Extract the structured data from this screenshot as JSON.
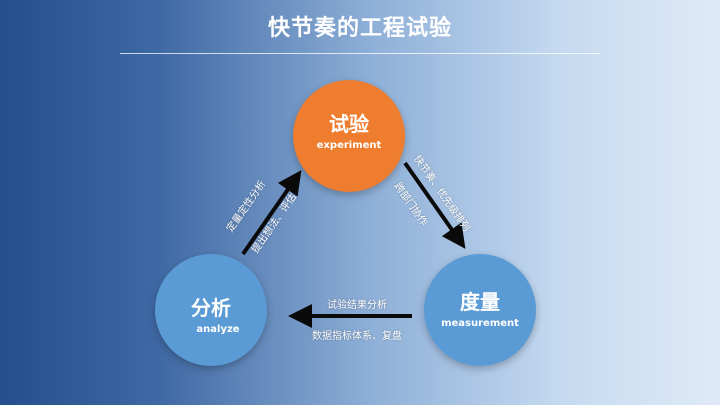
{
  "title": "快节奏的工程试验",
  "nodes": {
    "experiment": {
      "zh": "试验",
      "en": "experiment",
      "color": "#ee7d2f"
    },
    "measurement": {
      "zh": "度量",
      "en": "measurement",
      "color": "#5b9bd5"
    },
    "analyze": {
      "zh": "分析",
      "en": "analyze",
      "color": "#5b9bd5"
    }
  },
  "edges": {
    "experiment_to_measurement": {
      "line1": "快节奏、优先级排列",
      "line2": "跨部门协作"
    },
    "measurement_to_analyze": {
      "line1": "试验结果分析",
      "line2": "数据指标体系、复盘"
    },
    "analyze_to_experiment": {
      "line1": "定量定性分析",
      "line2": "提出想法、评估"
    }
  },
  "colors": {
    "arrow": "#0a0a0a",
    "text": "#ffffff"
  }
}
